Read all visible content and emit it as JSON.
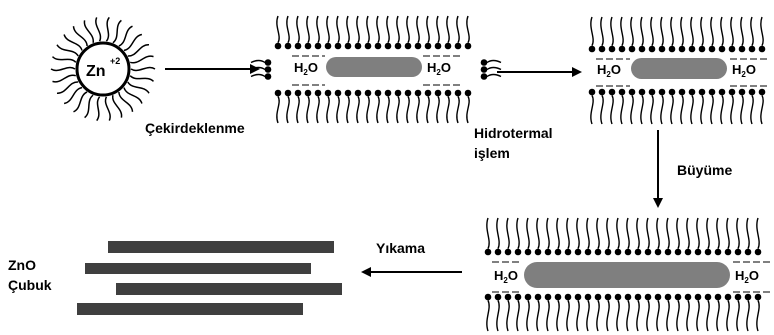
{
  "micelle": {
    "ion": "Zn",
    "charge": "+2"
  },
  "steps": {
    "nucleation": "Çekirdeklenme",
    "hydrothermal_line1": "Hidrotermal",
    "hydrothermal_line2": "işlem",
    "growth": "Büyüme",
    "washing": "Yıkama"
  },
  "water": {
    "label": "H",
    "subscript": "2",
    "suffix": "O"
  },
  "product": {
    "line1": "ZnO",
    "line2": "Çubuk"
  }
}
